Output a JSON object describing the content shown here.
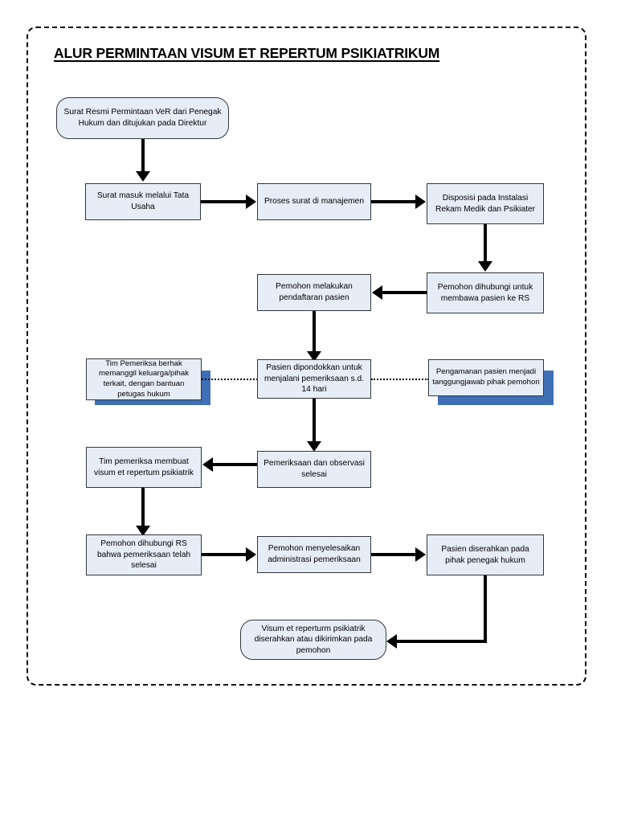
{
  "title": "ALUR PERMINTAAN VISUM ET REPERTUM PSIKIATRIKUM",
  "colors": {
    "node_fill": "#E6EDF7",
    "node_border": "#33373D",
    "shadow_blue": "#3F6FB5",
    "line": "#000000",
    "page_background": "#FFFFFF"
  },
  "nodes": {
    "start": "Surat Resmi Permintaan VeR dari Penegak Hukum dan ditujukan pada Direktur",
    "surat_masuk": "Surat masuk melalui Tata Usaha",
    "proses_surat": "Proses surat di manajemen",
    "disposisi": "Disposisi pada Instalasi Rekam Medik dan Psikiater",
    "pemohon_dihubungi_bawa": "Pemohon dihubungi untuk membawa pasien ke RS",
    "pendaftaran": "Pemohon melakukan pendaftaran pasien",
    "tim_pemeriksa_berhak": "Tim Pemeriksa berhak memanggil keluarga/pihak terkait, dengan bantuan petugas hukum",
    "pasien_dipondokkan": "Pasien dipondokkan untuk menjalani pemeriksaan s.d. 14 hari",
    "pengamanan_pasien": "Pengamanan pasien menjadi tanggungjawab pihak pemohon",
    "tim_membuat_visum": "Tim pemeriksa membuat visum et repertum psikiatrik",
    "pemeriksaan_selesai": "Pemeriksaan dan observasi selesai",
    "pemohon_dihubungi_selesai": "Pemohon dihubungi RS bahwa pemeriksaan telah selesai",
    "administrasi": "Pemohon menyelesaikan administrasi pemeriksaan",
    "pasien_diserahkan": "Pasien diserahkan pada pihak penegak hukum",
    "visum_diserahkan": "Visum et reperturm psikiatrik diserahkan atau dikirimkan pada pemohon"
  }
}
